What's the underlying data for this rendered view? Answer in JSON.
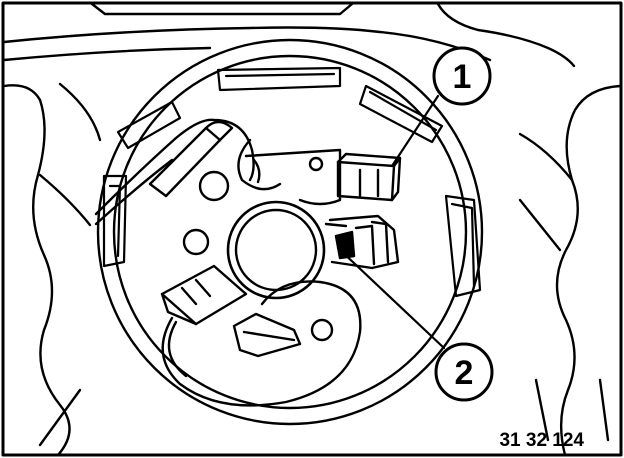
{
  "callouts": [
    {
      "label": "1",
      "points_to": "connector-plug"
    },
    {
      "label": "2",
      "points_to": "contact-spring-clip"
    }
  ],
  "figure_reference": "31 32 124",
  "colors": {
    "ink": "#000000",
    "paper": "#ffffff"
  }
}
